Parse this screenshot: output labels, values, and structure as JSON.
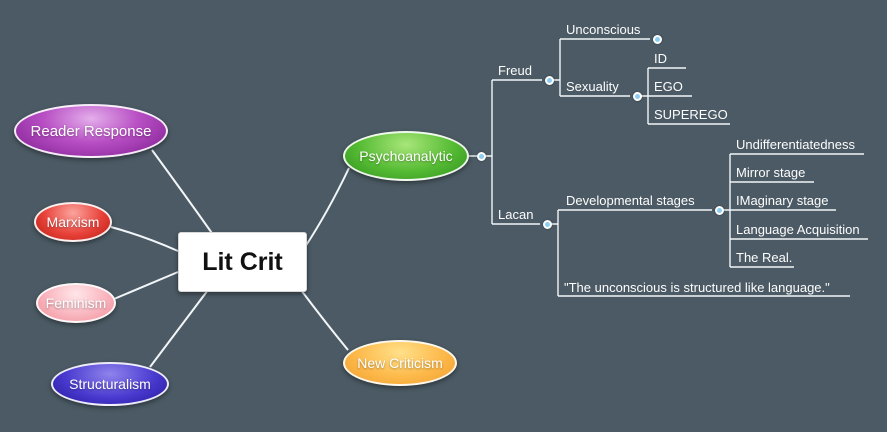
{
  "background_color": "#4b5a64",
  "center_topic": {
    "label": "Lit Crit"
  },
  "main_topics": {
    "reader_response": "Reader Response",
    "marxism": "Marxism",
    "feminism": "Feminism",
    "structuralism": "Structuralism",
    "psychoanalytic": "Psychoanalytic",
    "new_criticism": "New Criticism"
  },
  "psychoanalytic_tree": {
    "freud": "Freud",
    "unconscious": "Unconscious",
    "sexuality": "Sexuality",
    "id": "ID",
    "ego": "EGO",
    "superego": "SUPEREGO",
    "lacan": "Lacan",
    "developmental_stages": "Developmental stages",
    "dev_children": [
      "Undifferentiatedness",
      "Mirror stage",
      "IMaginary stage",
      "Language Acquisition",
      "The Real."
    ],
    "lacan_quote": "\"The unconscious is structured like language.\""
  },
  "palette": {
    "background": "#4b5a64",
    "reader_response": "#8b2f9e",
    "marxism": "#e8423a",
    "feminism": "#f8b3bb",
    "structuralism": "#3a2bc0",
    "psychoanalytic": "#4cb02e",
    "new_criticism": "#fdb94a",
    "line_color": "#f2f6f8",
    "collapse_dot": "#8ecdf2"
  }
}
